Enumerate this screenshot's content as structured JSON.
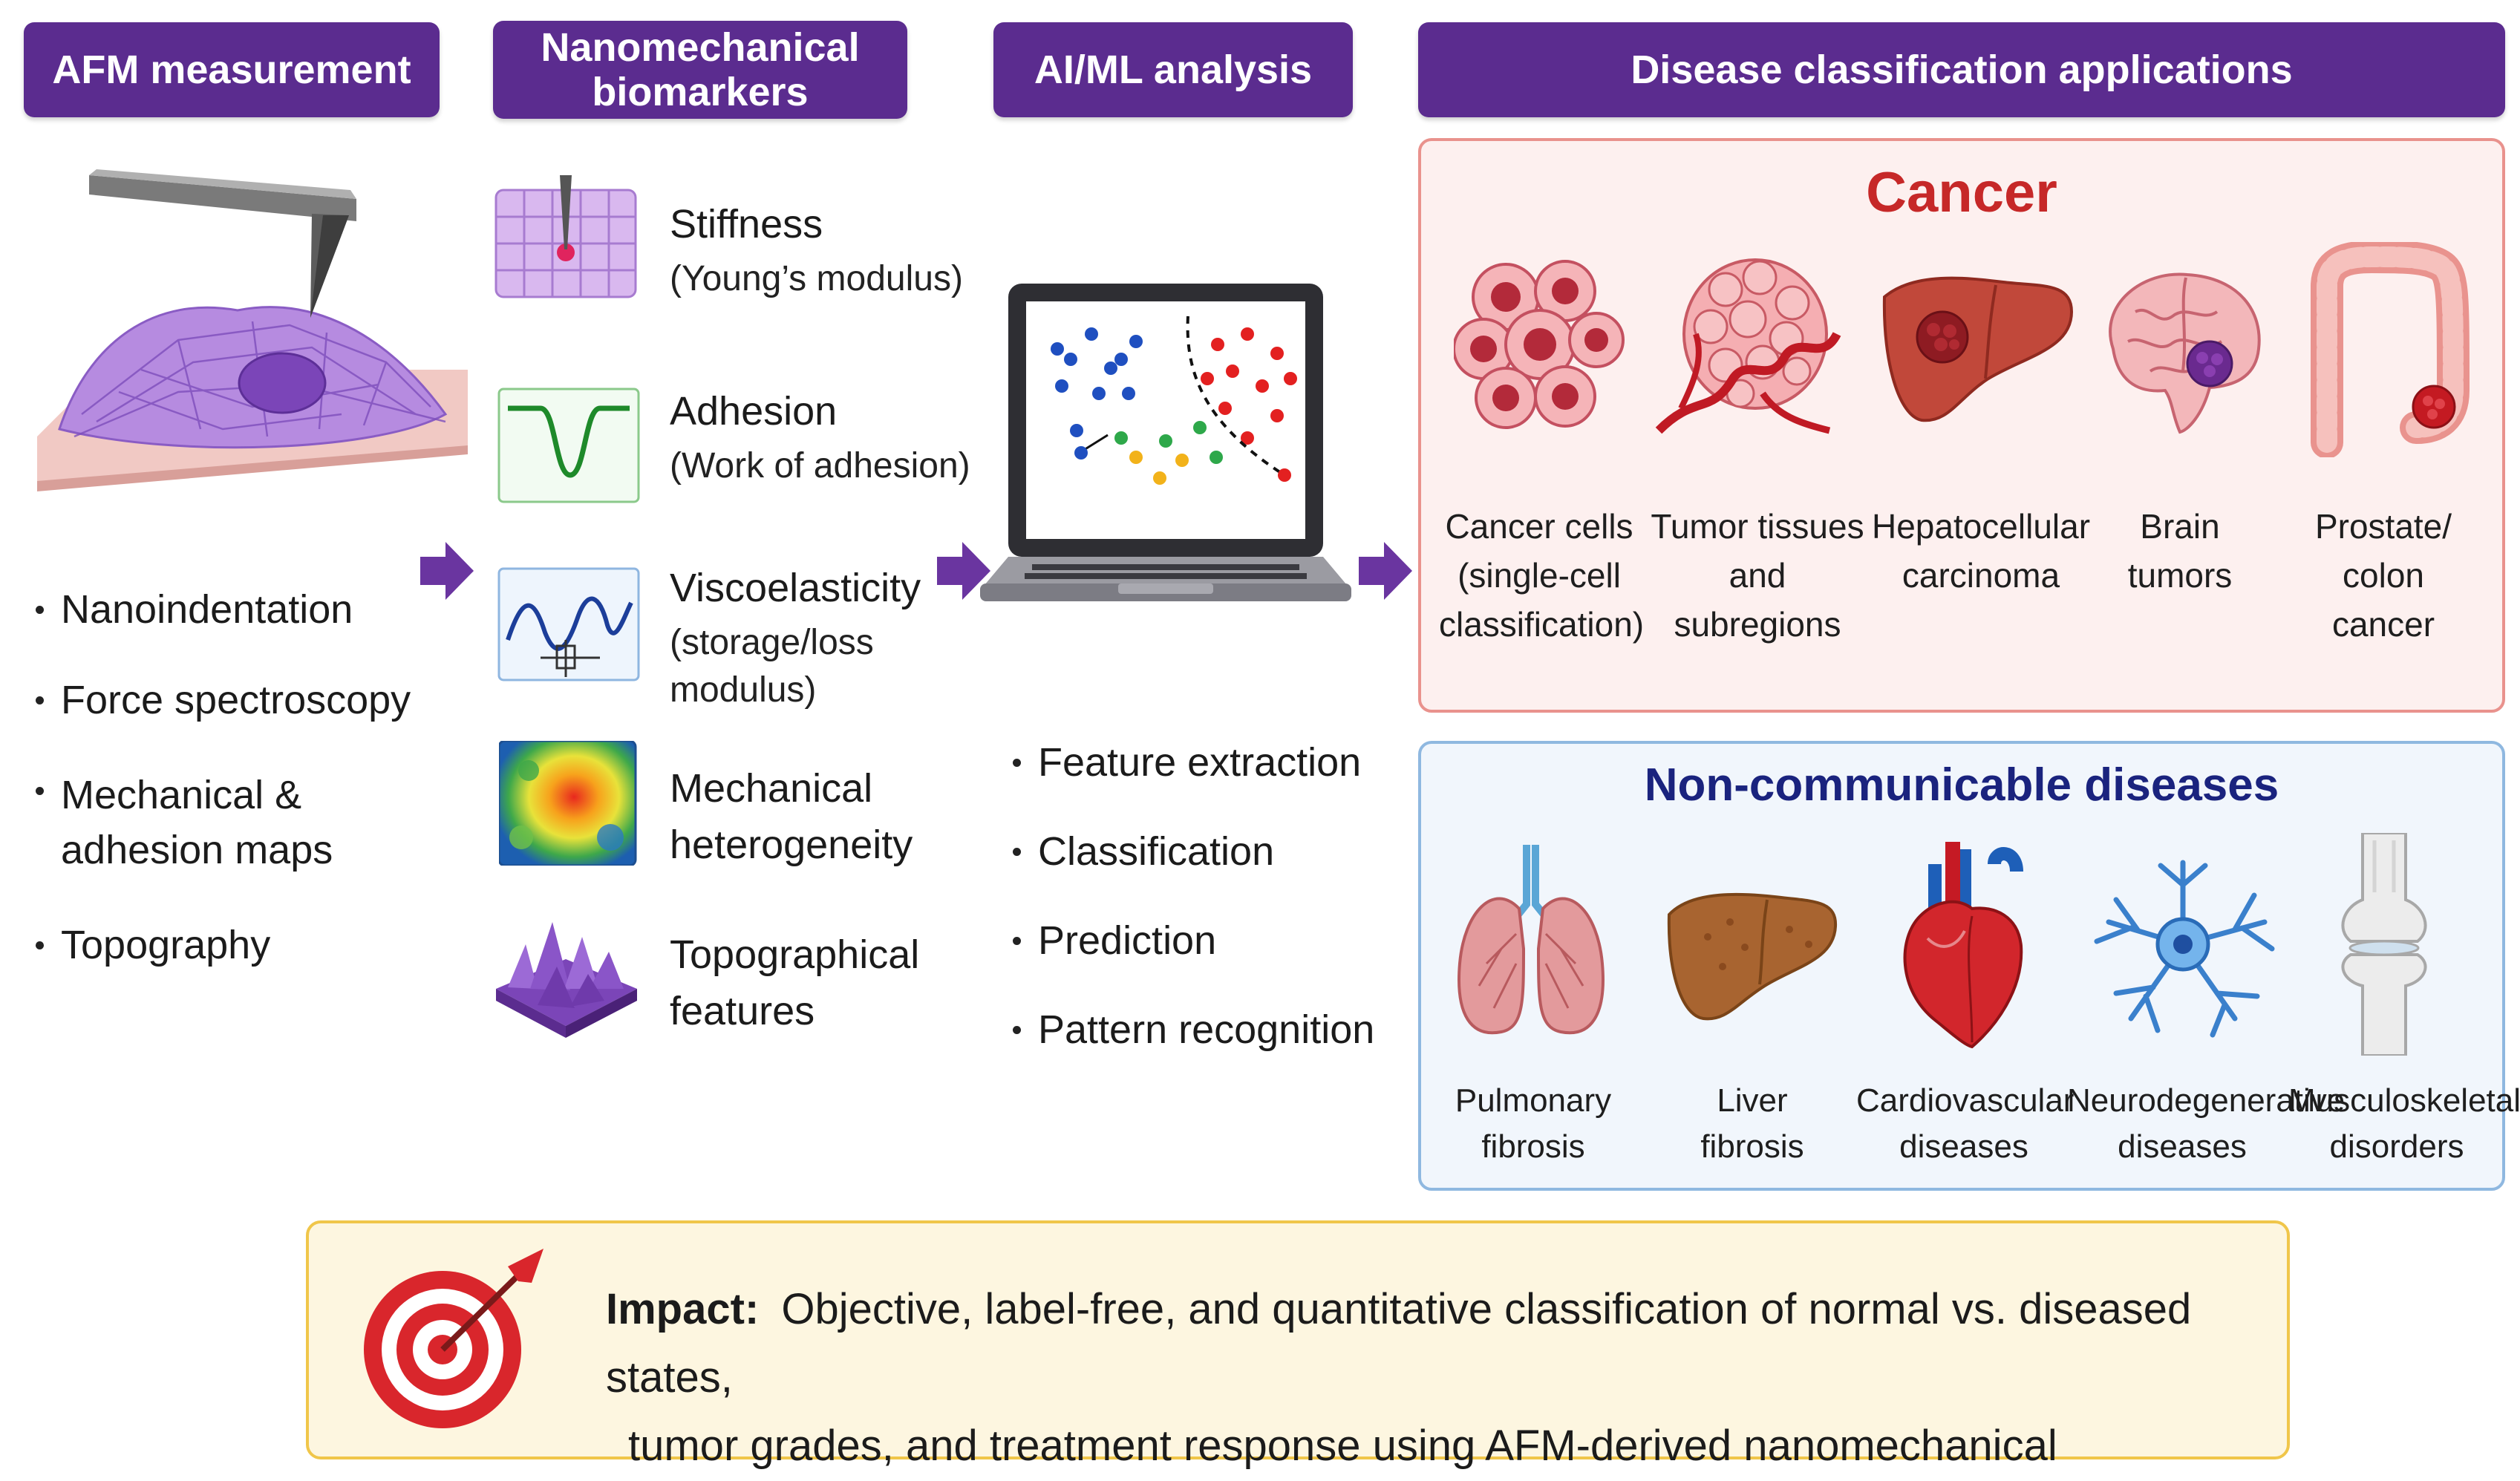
{
  "headers": {
    "afm": "AFM measurement",
    "biomarkers": "Nanomechanical\nbiomarkers",
    "aiml": "AI/ML analysis",
    "disease": "Disease classification applications"
  },
  "afm_bullets": [
    "Nanoindentation",
    "Force spectroscopy",
    "Mechanical &\nadhesion maps",
    "Topography"
  ],
  "biomarkers": [
    {
      "title": "Stiffness",
      "sub": "(Young’s modulus)",
      "icon": "cell-grid-indentation-icon"
    },
    {
      "title": "Adhesion",
      "sub": "(Work of adhesion)",
      "icon": "adhesion-curve-icon"
    },
    {
      "title": "Viscoelasticity",
      "sub": "(storage/loss\n modulus)",
      "icon": "viscoelastic-wave-icon"
    },
    {
      "title": "Mechanical\nheterogeneity",
      "sub": "",
      "icon": "heatmap-icon"
    },
    {
      "title": "Topographical\nfeatures",
      "sub": "",
      "icon": "topography-peaks-icon"
    }
  ],
  "aiml_bullets": [
    "Feature extraction",
    "Classification",
    "Prediction",
    "Pattern recognition"
  ],
  "cancer": {
    "title": "Cancer",
    "title_color": "#c62828",
    "items": [
      {
        "label": "Cancer cells\n(single-cell\nclassification)",
        "icon": "cancer-cells-icon"
      },
      {
        "label": "Tumor tissues\nand\nsubregions",
        "icon": "tumor-tissue-icon"
      },
      {
        "label": "Hepatocellular\ncarcinoma",
        "icon": "liver-tumor-icon"
      },
      {
        "label": "Brain\ntumors",
        "icon": "brain-tumor-icon"
      },
      {
        "label": "Prostate/\ncolon\ncancer",
        "icon": "colon-icon"
      }
    ]
  },
  "ncd": {
    "title": "Non-communicable diseases",
    "title_color": "#1a237e",
    "items": [
      {
        "label": "Pulmonary\nfibrosis",
        "icon": "lungs-icon"
      },
      {
        "label": "Liver\nfibrosis",
        "icon": "liver-icon"
      },
      {
        "label": "Cardiovascular\ndiseases",
        "icon": "heart-icon"
      },
      {
        "label": "Neurodegenerative\ndiseases",
        "icon": "neuron-icon"
      },
      {
        "label": "Musculoskeletal\ndisorders",
        "icon": "knee-joint-icon"
      }
    ]
  },
  "impact": {
    "label": "Impact:",
    "text": "Objective, label-free, and quantitative classification of normal vs. diseased states,",
    "text2": "tumor grades, and treatment response using AFM-derived nanomechanical signatures."
  },
  "colors": {
    "header_bg": "#5b2c8f",
    "arrow": "#6a35a0",
    "cancer_border": "#e9928d",
    "ncd_border": "#8fb8e0",
    "impact_border": "#f0c64a"
  }
}
